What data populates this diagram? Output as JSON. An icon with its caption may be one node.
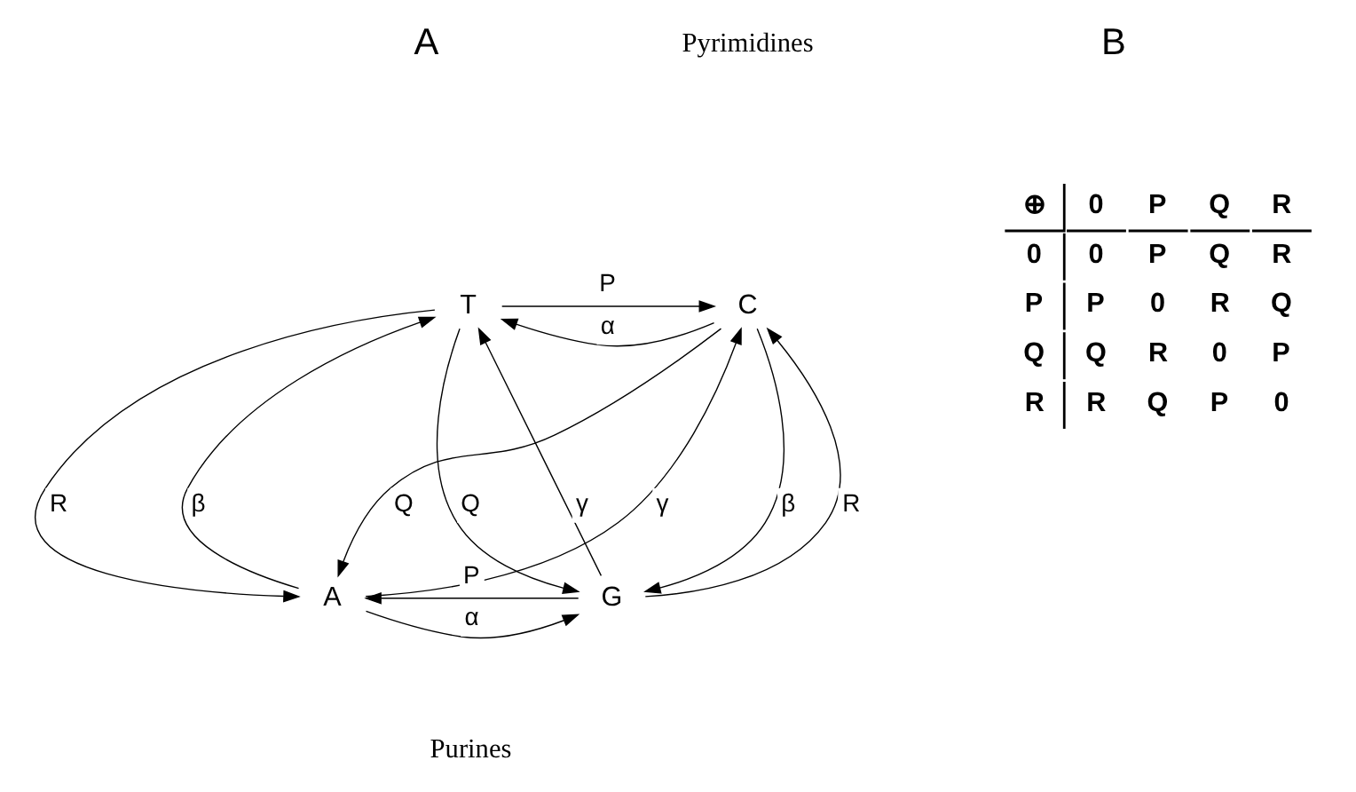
{
  "diagram": {
    "nodes": [
      {
        "text": [
          "T"
        ]
      },
      {
        "text": [
          "C"
        ]
      },
      {
        "text": [
          "A"
        ]
      },
      {
        "text": [
          "G"
        ]
      }
    ],
    "edges": [
      {
        "from": 0,
        "to": 1,
        "arrow": "to",
        "label": "P"
      },
      {
        "from": 1,
        "to": 0,
        "arrow": "to",
        "label": "α"
      },
      {
        "from": 0,
        "to": 2,
        "arrow": "to",
        "label": "R"
      },
      {
        "from": 2,
        "to": 0,
        "arrow": "to",
        "label": "β"
      },
      {
        "from": 1,
        "to": 3,
        "arrow": "to",
        "label": "β"
      },
      {
        "from": 3,
        "to": 1,
        "arrow": "to",
        "label": "R"
      },
      {
        "from": 2,
        "to": 3,
        "arrow": "to",
        "label": "α"
      },
      {
        "from": 3,
        "to": 2,
        "arrow": "to",
        "label": "P"
      },
      {
        "from": 0,
        "to": 3,
        "arrow": "to",
        "label": "Q"
      },
      {
        "from": 3,
        "to": 0,
        "arrow": "to",
        "label": "γ"
      },
      {
        "from": 2,
        "to": 1,
        "arrow": "to",
        "label": "γ"
      },
      {
        "from": 1,
        "to": 2,
        "arrow": "to",
        "label": "Q"
      }
    ],
    "labels": [
      "A",
      "Pyrimidines",
      "B",
      "⊕",
      "0",
      "P",
      "Q",
      "R",
      "0",
      "0",
      "P",
      "Q",
      "R",
      "P",
      "P",
      "0",
      "R",
      "Q",
      "Q",
      "Q",
      "R",
      "0",
      "P",
      "R",
      "R",
      "Q",
      "P",
      "0",
      "Purines"
    ]
  }
}
